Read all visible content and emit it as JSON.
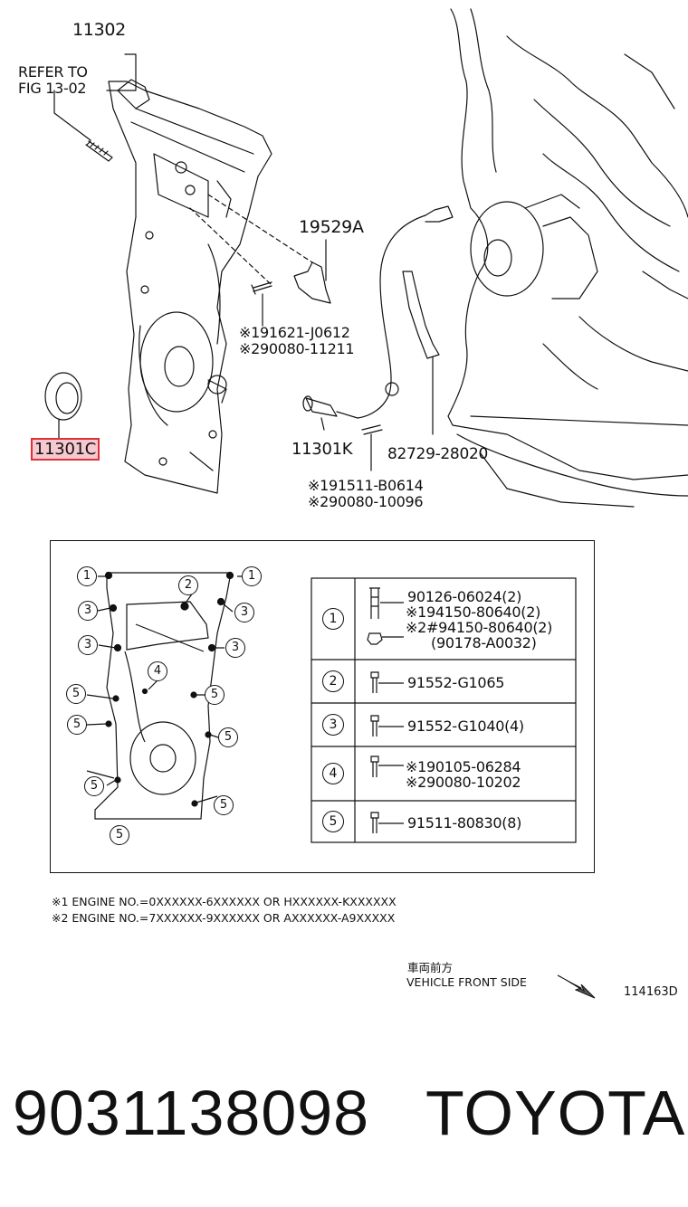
{
  "callouts": {
    "assembly": "11302",
    "refer_line1": "REFER TO",
    "refer_line2": "FIG 13-02",
    "gasket": "19529A",
    "bolt_note1": "※191621-J0612",
    "bolt_note2": "※290080-11211",
    "seal": "11301C",
    "sensor": "11301K",
    "sensor_bracket": "82729-28020",
    "sensor_bolt1": "※191511-B0614",
    "sensor_bolt2": "※290080-10096"
  },
  "position_circles": [
    "1",
    "1",
    "2",
    "3",
    "3",
    "3",
    "3",
    "4",
    "5",
    "5",
    "5",
    "5",
    "5",
    "5",
    "5"
  ],
  "table": {
    "rows": [
      {
        "key": "1",
        "lines": [
          "90126-06024(2)",
          "※194150-80640(2)",
          "※2#94150-80640(2)",
          "(90178-A0032)"
        ]
      },
      {
        "key": "2",
        "lines": [
          "91552-G1065"
        ]
      },
      {
        "key": "3",
        "lines": [
          "91552-G1040(4)"
        ]
      },
      {
        "key": "4",
        "lines": [
          "※190105-06284",
          "※290080-10202"
        ]
      },
      {
        "key": "5",
        "lines": [
          "91511-80830(8)"
        ]
      }
    ]
  },
  "footnotes": {
    "note1": "※1 ENGINE NO.=0XXXXXX-6XXXXXX OR HXXXXXX-KXXXXXX",
    "note2": "※2 ENGINE NO.=7XXXXXX-9XXXXXX OR AXXXXXX-A9XXXXX"
  },
  "direction": {
    "jp": "車両前方",
    "en": "VEHICLE FRONT SIDE"
  },
  "figure_id": "114163D",
  "part_number": "9031138098",
  "brand": "TOYOTA"
}
